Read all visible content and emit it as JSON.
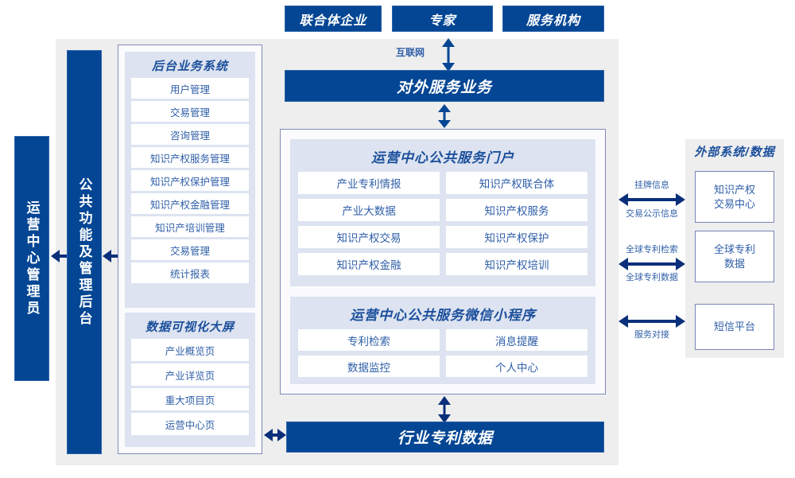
{
  "top_actors": [
    {
      "label": "联合体企业"
    },
    {
      "label": "专家"
    },
    {
      "label": "服务机构"
    }
  ],
  "connectors": {
    "internet": "互联网",
    "listing_info": "挂牌信息",
    "trade_public_info": "交易公示信息",
    "global_patent_search": "全球专利检索",
    "global_patent_data": "全球专利数据",
    "service_docking": "服务对接"
  },
  "external_service": {
    "title": "对外服务业务"
  },
  "left_rails": {
    "admin": "运营中心管理员",
    "common": "公共功能及管理后台"
  },
  "backend_system": {
    "title": "后台业务系统",
    "items": [
      "用户管理",
      "交易管理",
      "咨询管理",
      "知识产权服务管理",
      "知识产权保护管理",
      "知识产权金融管理",
      "知识产培训管理",
      "交易管理",
      "统计报表"
    ]
  },
  "visualization": {
    "title": "数据可视化大屏",
    "items": [
      "产业概览页",
      "产业详览页",
      "重大项目页",
      "运营中心页"
    ]
  },
  "portal": {
    "title": "运营中心公共服务门户",
    "items": [
      "产业专利情报",
      "知识产权联合体",
      "产业大数据",
      "知识产权服务",
      "知识产权交易",
      "知识产权保护",
      "知识产权金融",
      "知识产权培训"
    ]
  },
  "miniprogram": {
    "title": "运营中心公共服务微信小程序",
    "items": [
      "专利检索",
      "消息提醒",
      "数据监控",
      "个人中心"
    ]
  },
  "bottom_bar": {
    "title": "行业专利数据"
  },
  "external_systems": {
    "title": "外部系统/数据",
    "items": [
      "知识产权\n交易中心",
      "全球专利\n数据",
      "短信平台"
    ]
  },
  "colors": {
    "brand_blue": "#044694",
    "panel_gray": "#eeeeee",
    "panel_lavender": "#dde3f0",
    "border_purple": "#8189b8",
    "text_blue": "#2f5fa8"
  }
}
